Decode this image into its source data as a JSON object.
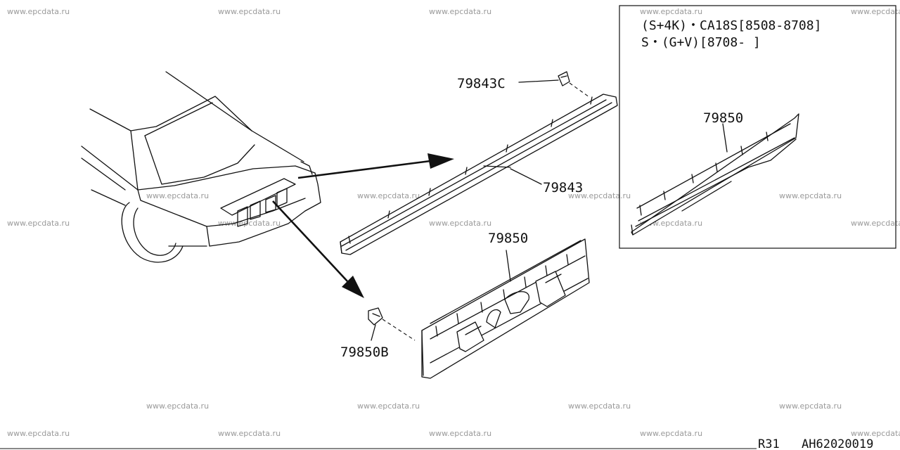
{
  "watermark": "www.epcdata.ru",
  "inset": {
    "note_line1": "(S+4K)・CA18S[8508-8708]",
    "note_line2": "S・(G+V)[8708-   ]",
    "part_label": "79850"
  },
  "parts": {
    "clip_upper": "79843C",
    "finisher": "79843",
    "panel": "79850",
    "clip_lower": "79850B"
  },
  "footer": {
    "model": "R31",
    "diagram_code": "AH62020019"
  }
}
